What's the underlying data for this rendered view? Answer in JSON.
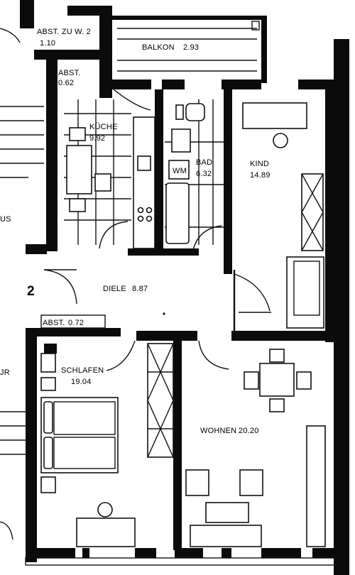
{
  "plan": {
    "unit_number": "2",
    "rooms": [
      {
        "key": "abst_zuw",
        "name": "ABST. ZU W. 2",
        "area": "1.10"
      },
      {
        "key": "balkon",
        "name": "BALKON",
        "area": "2.93"
      },
      {
        "key": "abst_top",
        "name": "ABST.",
        "area": "0.62"
      },
      {
        "key": "kueche",
        "name": "KÜCHE",
        "area": "9.92"
      },
      {
        "key": "bad",
        "name": "BAD",
        "area": "6.32"
      },
      {
        "key": "wm",
        "name": "WM",
        "area": ""
      },
      {
        "key": "kind",
        "name": "KIND",
        "area": "14.89"
      },
      {
        "key": "diele",
        "name": "DIELE",
        "area": "8.87"
      },
      {
        "key": "abst_mid",
        "name": "ABST.",
        "area": "0.72"
      },
      {
        "key": "schlafen",
        "name": "SCHLAFEN",
        "area": "19.04"
      },
      {
        "key": "wohnen",
        "name": "WOHNEN",
        "area": "20.20"
      }
    ],
    "edge_fragments": [
      "US",
      "JR"
    ]
  }
}
